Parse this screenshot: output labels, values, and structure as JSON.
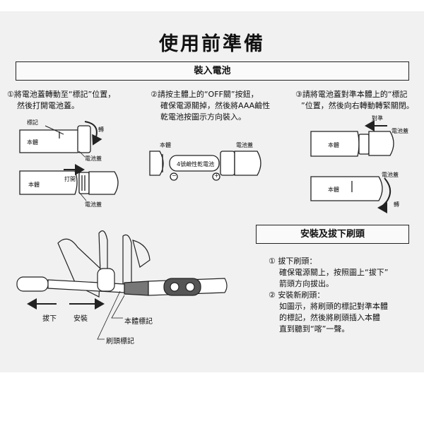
{
  "title": "使用前準備",
  "battery_section": {
    "header": "裝入電池",
    "step1": {
      "lines": [
        "①將電池蓋轉動至“標記”位置，",
        "然後打開電池蓋。"
      ],
      "labels": {
        "mark": "標記",
        "body": "本體",
        "rotate": "轉",
        "cover": "電池蓋",
        "open": "打開"
      }
    },
    "step2": {
      "lines": [
        "②請按主體上的“OFF關”按鈕，",
        "確保電源關掉，然後將AAA鹼性",
        "乾電池按圖示方向裝入。"
      ],
      "labels": {
        "body": "本體",
        "cover": "電池蓋",
        "battery": "4號鹼性乾電池",
        "minus": "−",
        "plus": "+"
      }
    },
    "step3": {
      "lines": [
        "③請將電池蓋對準本體上的“標記",
        "”位置，然後向右轉動轉緊關閉。"
      ],
      "labels": {
        "align": "對準",
        "cover": "電池蓋",
        "body": "本體",
        "rotate": "轉"
      }
    }
  },
  "brush_section": {
    "header": "安裝及拔下刷頭",
    "remove": {
      "title": "① 拔下刷頭：",
      "lines": [
        "確保電源關上，按照圖上“拔下”",
        "箭頭方向拔出。"
      ]
    },
    "install": {
      "title": "② 安裝新刷頭：",
      "lines": [
        "如圖示，將刷頭的標記對準本體",
        "的標記，然後將刷頭插入本體",
        "直到聽到“喀”一聲。"
      ]
    },
    "diagram_labels": {
      "pull": "拔下",
      "install": "安裝",
      "body_mark": "本體標記",
      "head_mark": "刷頭標記"
    }
  }
}
